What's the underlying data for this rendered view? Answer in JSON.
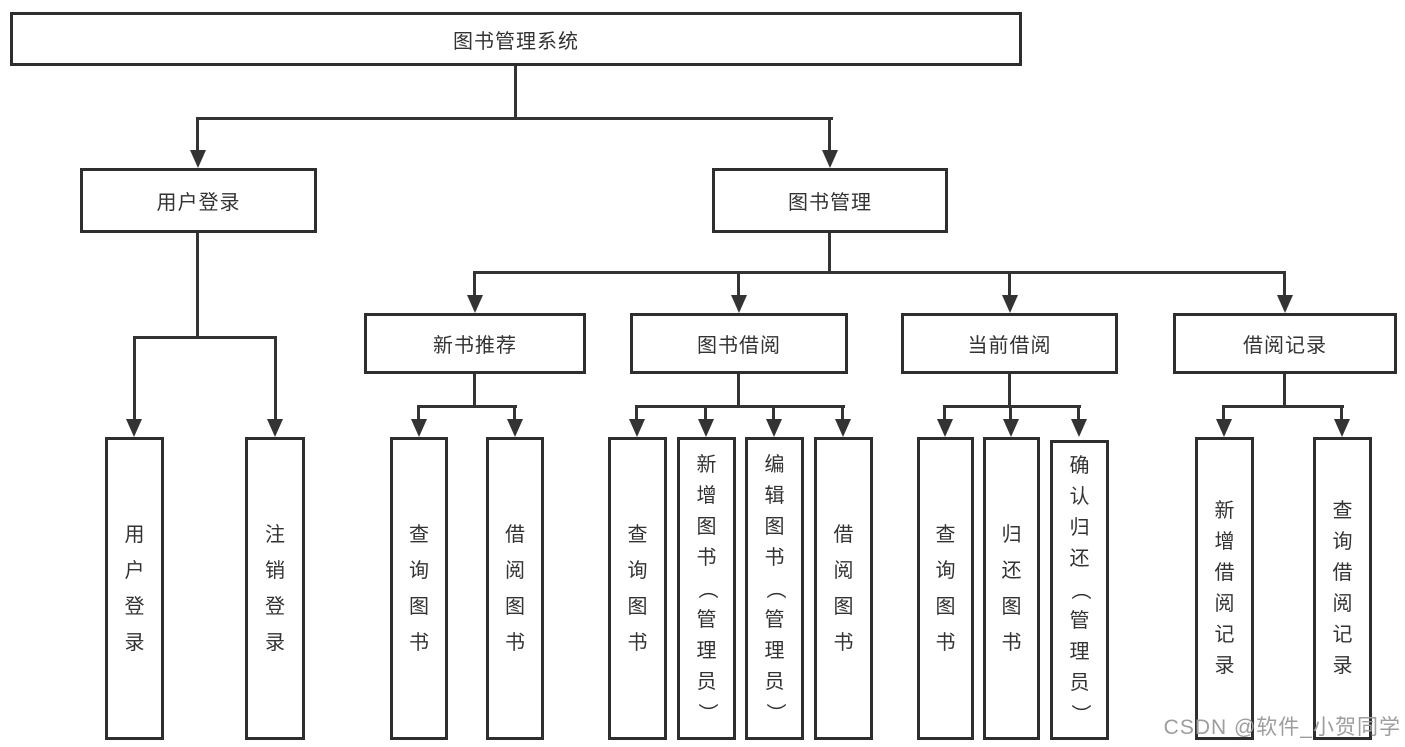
{
  "tree": {
    "root": "图书管理系统",
    "branches": [
      {
        "label": "用户登录",
        "children": [
          "用户登录",
          "注销登录"
        ]
      },
      {
        "label": "图书管理",
        "groups": [
          {
            "label": "新书推荐",
            "children": [
              "查询图书",
              "借阅图书"
            ]
          },
          {
            "label": "图书借阅",
            "children": [
              "查询图书",
              "新增图书（管理员）",
              "编辑图书（管理员）",
              "借阅图书"
            ]
          },
          {
            "label": "当前借阅",
            "children": [
              "查询图书",
              "归还图书",
              "确认归还（管理员）"
            ]
          },
          {
            "label": "借阅记录",
            "children": [
              "新增借阅记录",
              "查询借阅记录"
            ]
          }
        ]
      }
    ]
  },
  "watermark": {
    "text": "CSDN @软件_小贺同学",
    "color": "#9d9d9d"
  },
  "colors": {
    "line": "#333333",
    "box_border": "#2e2e2e",
    "text": "#333333",
    "background": "#ffffff"
  }
}
